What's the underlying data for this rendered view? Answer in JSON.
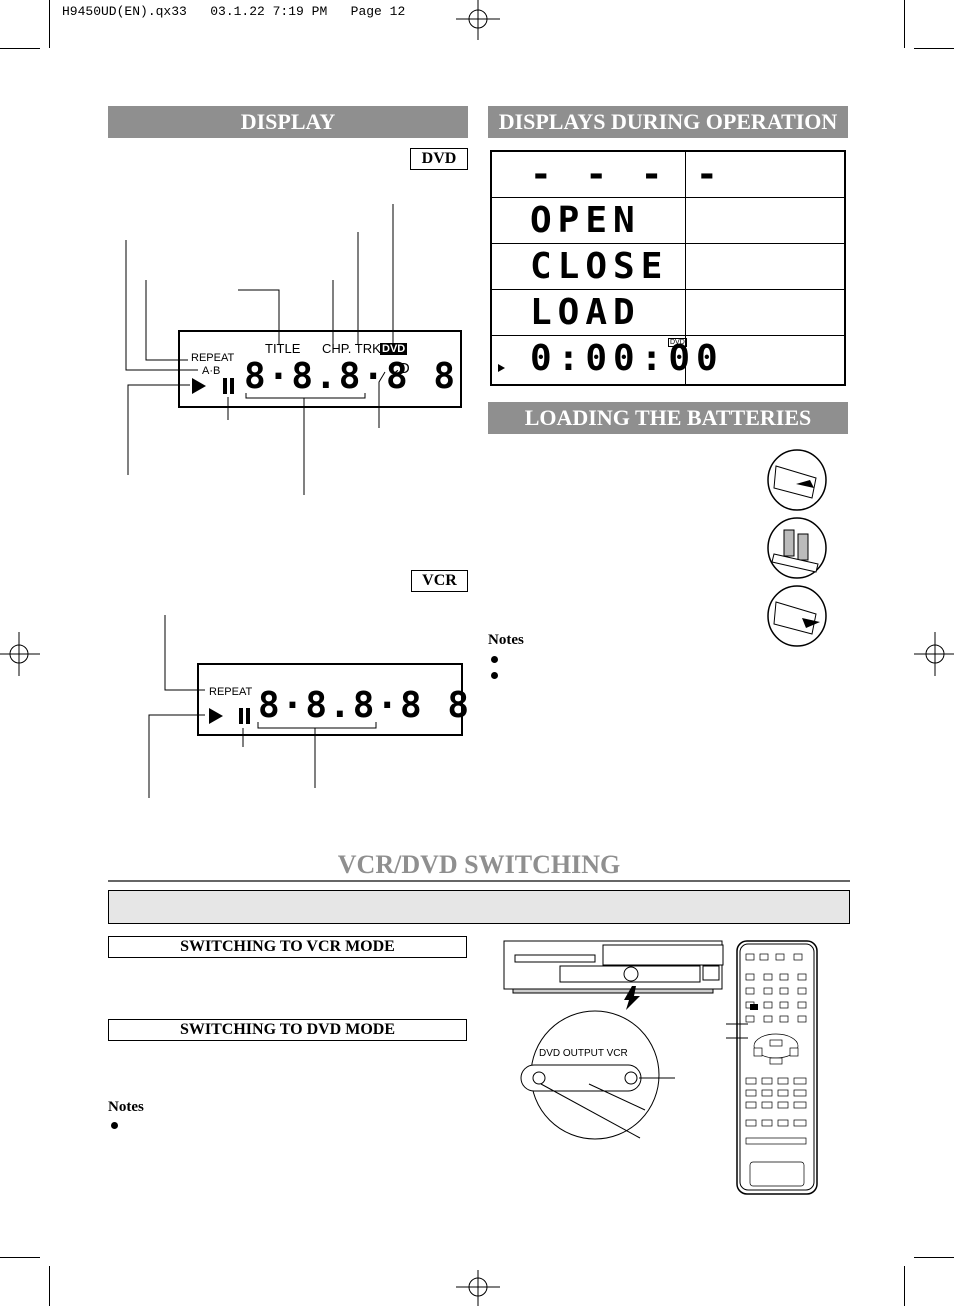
{
  "header": {
    "file_info": "H9450UD(EN).qx33   03.1.22 7:19 PM   Page 12"
  },
  "display_section": {
    "title": "DISPLAY",
    "dvd_label": "DVD",
    "vcr_label": "VCR",
    "dvd_lcd": {
      "repeat": "REPEAT",
      "ab": "A·B",
      "title": "TITLE",
      "chp_trk": "CHP. TRK.",
      "dvd_badge": "DVD",
      "cd": "CD",
      "digits": "8·8.8·8 8"
    },
    "vcr_lcd": {
      "repeat": "REPEAT",
      "digits": "8·8.8·8 8"
    }
  },
  "operation_section": {
    "title": "DISPLAYS DURING OPERATION",
    "rows": [
      {
        "digits": "- - - -"
      },
      {
        "digits": "OPEN"
      },
      {
        "digits": "CLOSE"
      },
      {
        "digits": "LOAD"
      },
      {
        "digits": "0:00:00",
        "badge": "DVD"
      }
    ]
  },
  "batteries_section": {
    "title": "LOADING THE BATTERIES",
    "notes_heading": "Notes"
  },
  "switching_section": {
    "title": "VCR/DVD SWITCHING",
    "vcr_mode_label": "SWITCHING TO VCR MODE",
    "dvd_mode_label": "SWITCHING TO DVD MODE",
    "notes_heading": "Notes",
    "output_caption": "DVD OUTPUT VCR"
  }
}
